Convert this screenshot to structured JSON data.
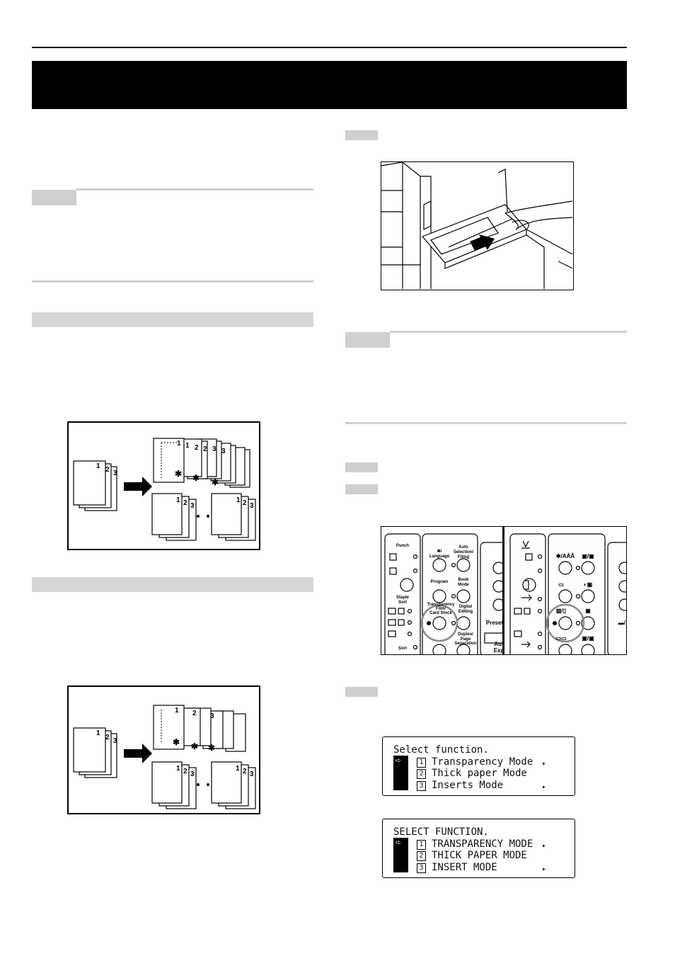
{
  "lcd_jp": {
    "title": "Select function.",
    "arrow": "➪",
    "items": [
      {
        "num": "1",
        "label": "Transparency Mode",
        "more": "▸"
      },
      {
        "num": "2",
        "label": "Thick paper Mode",
        "more": ""
      },
      {
        "num": "3",
        "label": "Inserts Mode",
        "more": "▸"
      }
    ]
  },
  "lcd_us": {
    "title": "SELECT FUNCTION.",
    "arrow": "➪",
    "items": [
      {
        "num": "1",
        "label": "TRANSPARENCY MODE",
        "more": "▸"
      },
      {
        "num": "2",
        "label": "THICK PAPER MODE",
        "more": ""
      },
      {
        "num": "3",
        "label": "INSERT MODE",
        "more": "▸"
      }
    ]
  },
  "panel": {
    "punch": "Punch",
    "staple_sort": "Staple\nSort",
    "sort": "Sort",
    "language": "✱/\nLanguage",
    "auto_selection": "Auto\nSelection/\nFiling",
    "program": "Program",
    "book_mode": "Book\nMode",
    "transparency": "Transparency\nFilm/\nCard Stock",
    "digital_editing": "Digital\nEditing",
    "duplex": "Duplex/\nPage\nSeparation",
    "preset": "Preset",
    "auto_exp": "Aut\nExp",
    "aaa": "✱/AÀÂ"
  },
  "diagram_pages": [
    "1",
    "2",
    "3"
  ]
}
